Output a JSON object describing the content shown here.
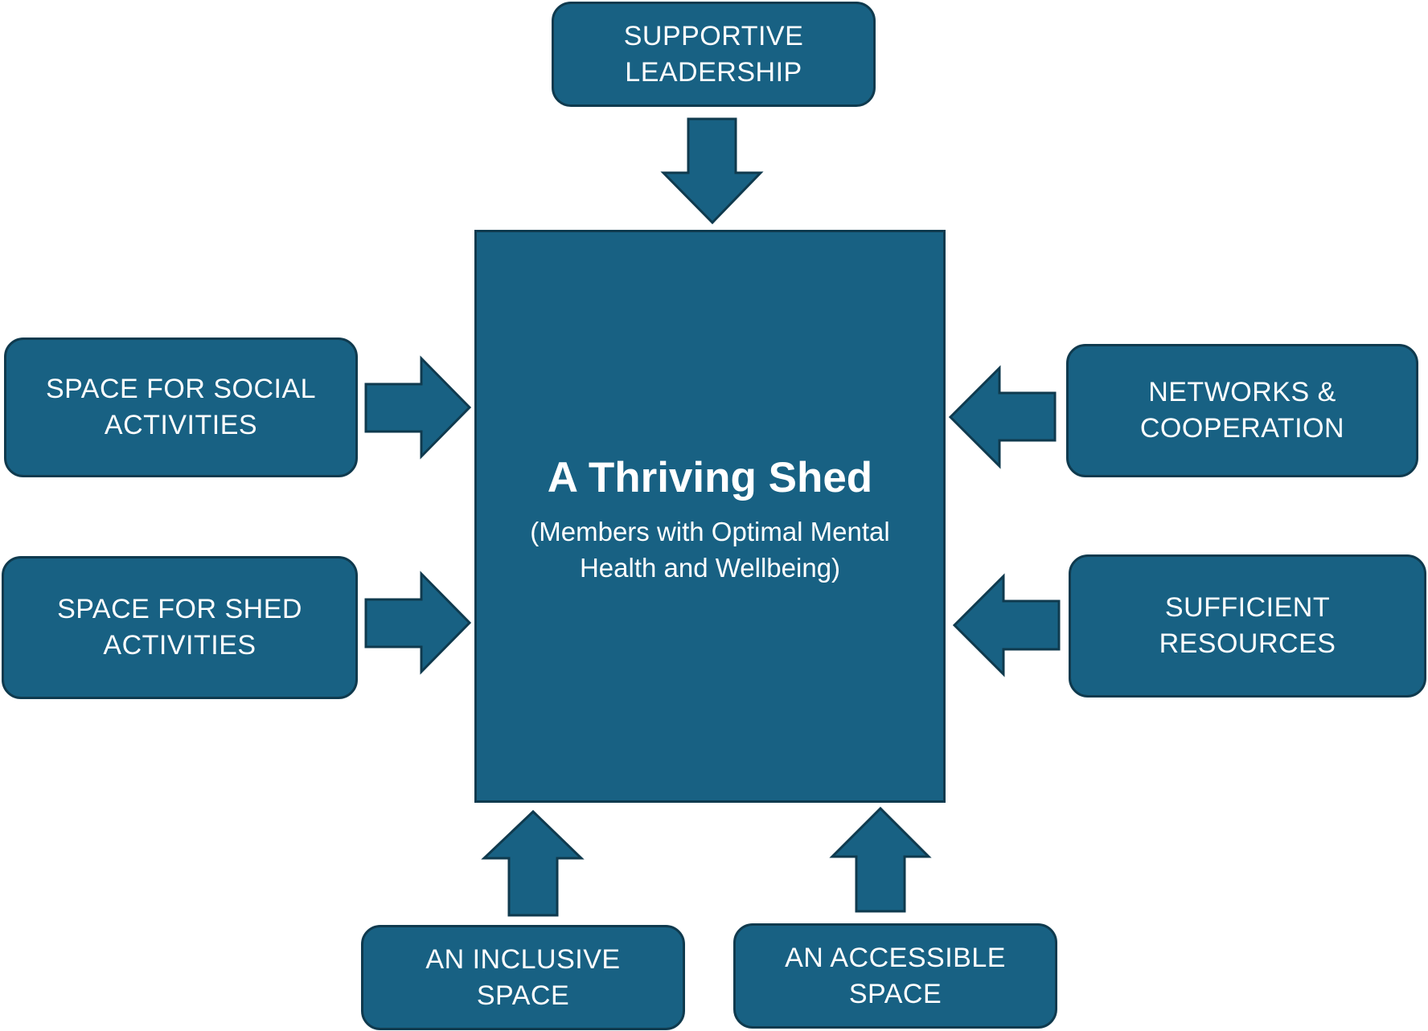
{
  "colors": {
    "box_fill": "#186183",
    "box_border": "#0f3a4e",
    "text": "#ffffff"
  },
  "center": {
    "title": "A Thriving Shed",
    "subtitle_line1": "(Members with Optimal Mental",
    "subtitle_line2": "Health and Wellbeing)"
  },
  "factors": {
    "supportive_leadership": {
      "line1": "SUPPORTIVE",
      "line2": "LEADERSHIP"
    },
    "social_activities": {
      "line1": "SPACE FOR SOCIAL",
      "line2": "ACTIVITIES"
    },
    "shed_activities": {
      "line1": "SPACE FOR SHED",
      "line2": "ACTIVITIES"
    },
    "networks": {
      "line1": "NETWORKS &",
      "line2": "COOPERATION"
    },
    "resources": {
      "line1": "SUFFICIENT",
      "line2": "RESOURCES"
    },
    "inclusive": {
      "line1": "AN INCLUSIVE",
      "line2": "SPACE"
    },
    "accessible": {
      "line1": "AN ACCESSIBLE",
      "line2": "SPACE"
    }
  }
}
